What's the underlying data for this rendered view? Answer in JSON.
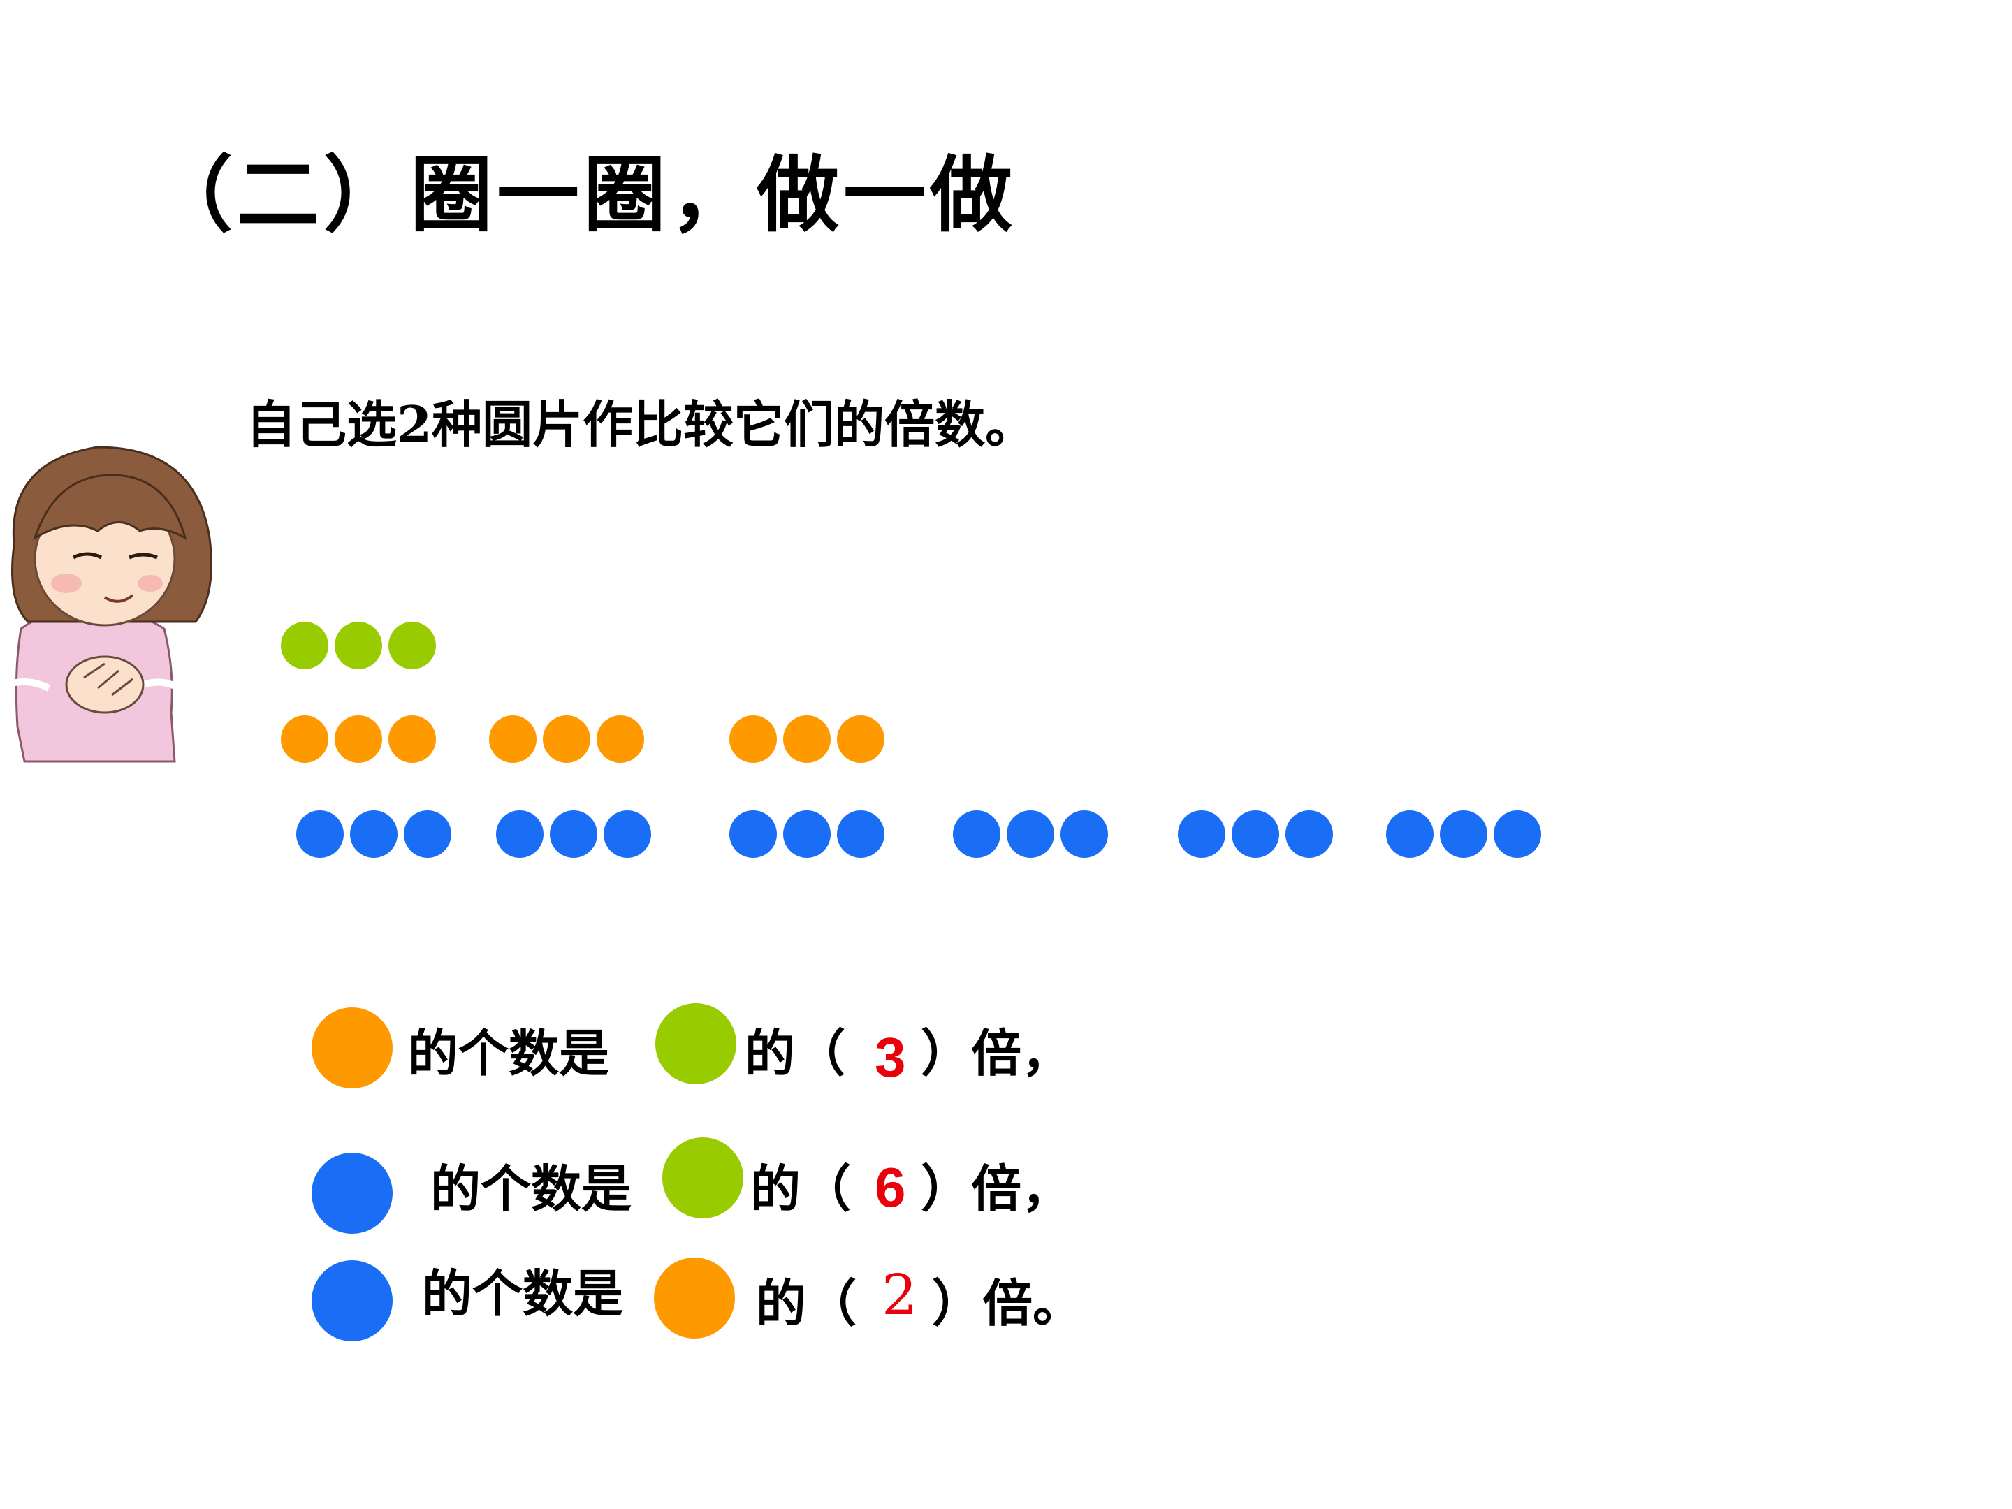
{
  "title": "（二）圈一圈，做一做",
  "instruction": "自己选2种圆片作比较它们的倍数。",
  "colors": {
    "green": "#99cc00",
    "orange": "#ff9900",
    "blue": "#1a6ef5",
    "answer_red": "#e8000a"
  },
  "dot_rows": {
    "green_groups": 1,
    "orange_groups": 3,
    "blue_groups": 6,
    "per_group": 3
  },
  "statements": [
    {
      "subject": "orange",
      "middle": "的个数是",
      "object": "green",
      "prefix": "的（",
      "answer": "3",
      "suffix": "）倍，"
    },
    {
      "subject": "blue",
      "middle": "的个数是",
      "object": "green",
      "prefix": "的（",
      "answer": "6",
      "suffix": "）倍，"
    },
    {
      "subject": "blue",
      "middle": "的个数是",
      "object": "orange",
      "prefix": "的（",
      "answer": "2",
      "suffix": "）倍。"
    }
  ]
}
